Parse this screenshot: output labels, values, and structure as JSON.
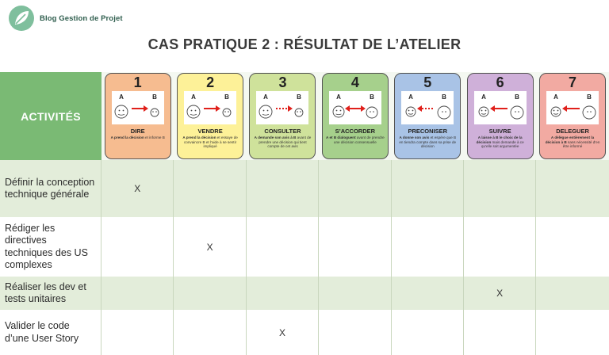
{
  "brand": {
    "name": "Blog Gestion de Projet"
  },
  "title": "CAS PRATIQUE 2 : RÉSULTAT DE L’ATELIER",
  "header_label": "ACTIVITÉS",
  "cards": [
    {
      "number": "1",
      "name": "DIRE",
      "desc_bold": "A prend la décision",
      "desc": " et informe B",
      "color": "#f6bc90"
    },
    {
      "number": "2",
      "name": "VENDRE",
      "desc_bold": "A prend la décision",
      "desc": " et essaye de convaincre B et l’aide à se sentir impliqué",
      "color": "#fdf198"
    },
    {
      "number": "3",
      "name": "CONSULTER",
      "desc_bold": "A demande son avis à B",
      "desc": " avant de prendre une décision qui tient compte de cet avis",
      "color": "#cfe29b"
    },
    {
      "number": "4",
      "name": "S’ACCORDER",
      "desc_bold": "A et B dialoguent",
      "desc": " avant de prendre une décision consensuelle",
      "color": "#a6d08c"
    },
    {
      "number": "5",
      "name": "PRECONISER",
      "desc_bold": "A donne son avis",
      "desc": " et espère que B en tiendra compte dans sa prise de décision",
      "color": "#a9c3e6"
    },
    {
      "number": "6",
      "name": "SUIVRE",
      "desc_bold": "A laisse à B le choix de la décision",
      "desc": " mais demande à ce qu’elle soit argumentée",
      "color": "#cfb0d9"
    },
    {
      "number": "7",
      "name": "DELEGUER",
      "desc_bold": "A délègue entièrement la décision à B",
      "desc": " sans nécessité d’en être informé",
      "color": "#f2aaa2"
    }
  ],
  "rows": [
    {
      "label": "Définir la conception technique générale",
      "marks": [
        "X",
        "",
        "",
        "",
        "",
        "",
        ""
      ]
    },
    {
      "label": "Rédiger les directives techniques des US complexes",
      "marks": [
        "",
        "X",
        "",
        "",
        "",
        "",
        ""
      ]
    },
    {
      "label": "Réaliser les dev et tests unitaires",
      "marks": [
        "",
        "",
        "",
        "",
        "",
        "X",
        ""
      ]
    },
    {
      "label": "Valider le code d’une User Story",
      "marks": [
        "",
        "",
        "X",
        "",
        "",
        "",
        ""
      ]
    }
  ]
}
